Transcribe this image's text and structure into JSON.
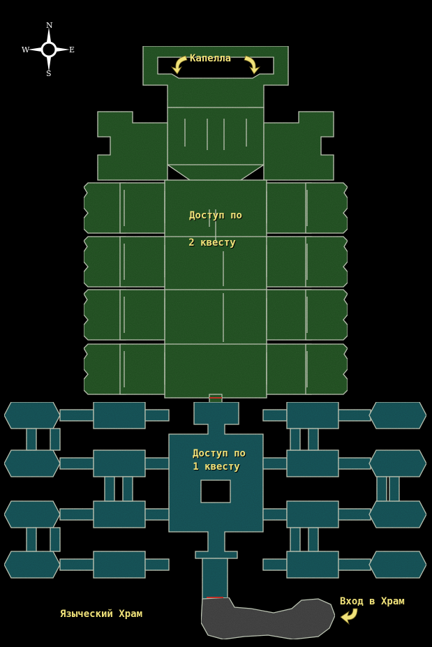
{
  "title": "Языческий Храм",
  "labels": {
    "chapel": "Капелла",
    "quest2_line1": "Доступ по",
    "quest2_line2": "2 квесту",
    "quest1_line1": "Доступ по",
    "quest1_line2": "1 квесту",
    "entrance": "Вход в Храм"
  },
  "compass": {
    "n": "N",
    "s": "S",
    "w": "W",
    "e": "E"
  },
  "colors": {
    "background": "#000000",
    "green_zone": "#2c5a2a",
    "teal_zone": "#1f5a5e",
    "cave": "#4a4a4a",
    "outline": "#c9d2c0",
    "label": "#f0e27a",
    "door": "#c03028"
  },
  "zones": [
    {
      "name": "upper temple",
      "color": "green",
      "access": "quest 2"
    },
    {
      "name": "lower temple",
      "color": "teal",
      "access": "quest 1"
    },
    {
      "name": "entrance cave",
      "color": "grey"
    }
  ]
}
